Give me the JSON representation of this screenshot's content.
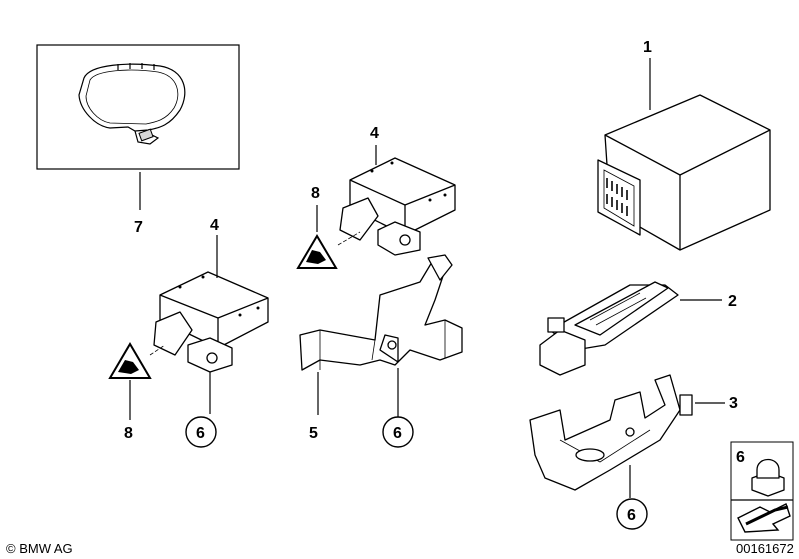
{
  "callouts": {
    "c1": "1",
    "c2": "2",
    "c3": "3",
    "c4a": "4",
    "c4b": "4",
    "c5": "5",
    "c6a": "6",
    "c6b": "6",
    "c6c": "6",
    "c6d": "6",
    "c7": "7",
    "c8a": "8",
    "c8b": "8"
  },
  "footer": {
    "copyright": "© BMW AG",
    "image_number": "00161672"
  },
  "icons": [
    "warning-triangle-icon",
    "arrow-icon"
  ]
}
